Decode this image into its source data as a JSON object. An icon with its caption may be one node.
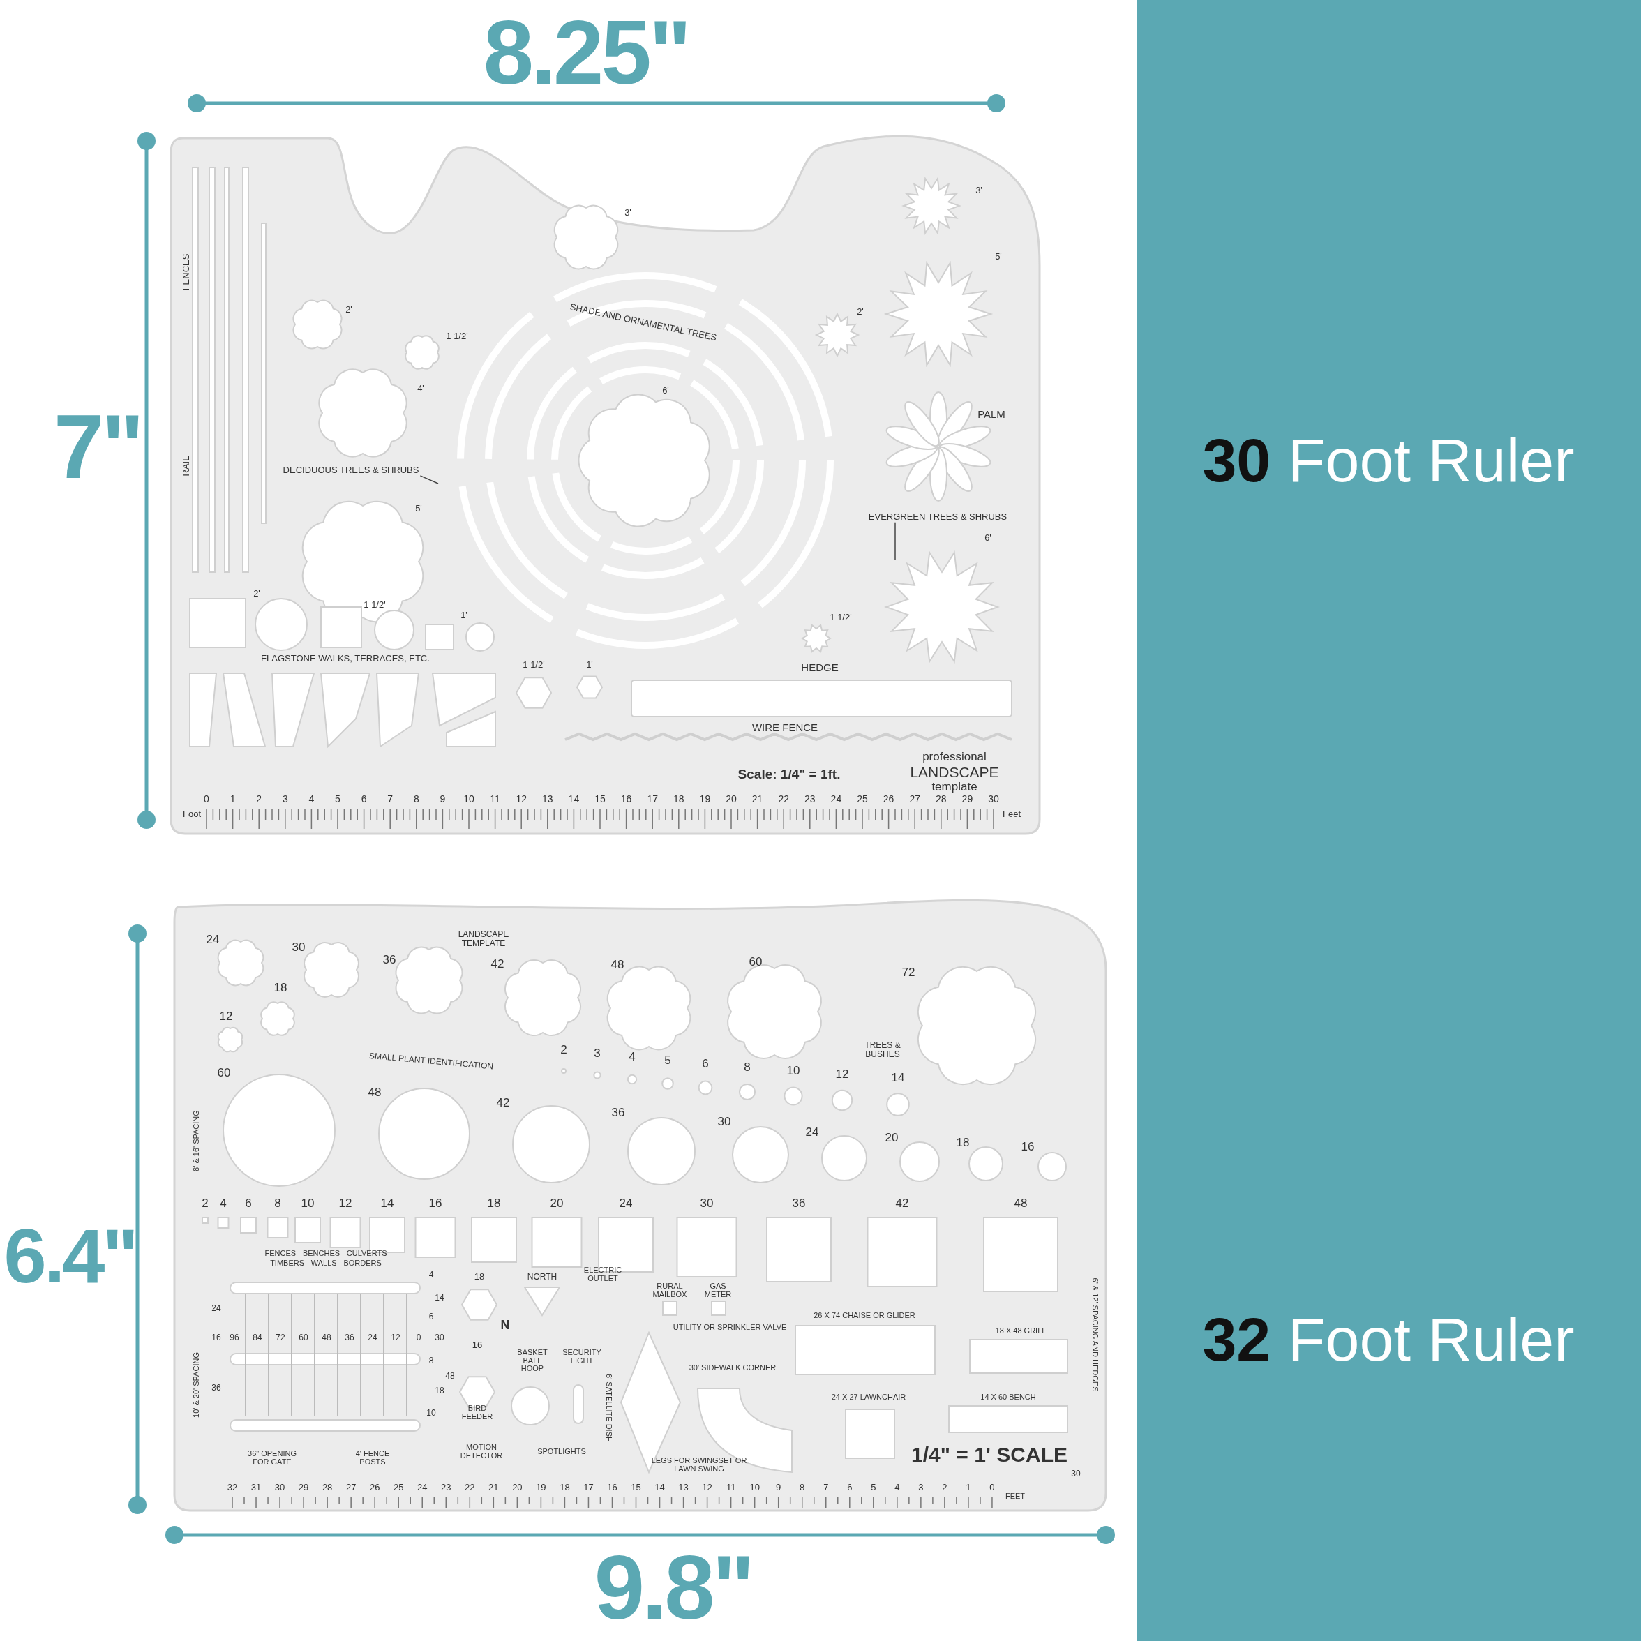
{
  "diagram": {
    "nodes": [
      {
        "text": [
          "DECIDUOUS TREES & SHRUBS"
        ]
      },
      {
        "text": [
          "EVERGREEN TREES & SHRUBS"
        ]
      }
    ],
    "edges": [
      {
        "from": 0,
        "to": null,
        "arrow": "none"
      },
      {
        "from": 1,
        "to": null,
        "arrow": "none"
      }
    ],
    "labels": [
      "8.25\"",
      "7\"",
      "6.4\"",
      "9.8\"",
      "**30** Foot Ruler",
      "**32** Foot Ruler",
      "FENCES",
      "RAIL",
      "3'",
      "2'",
      "1 1/2'",
      "4'",
      "5'",
      "SHADE AND ORNAMENTAL TREES",
      "6'",
      "3'",
      "5'",
      "2'",
      "PALM",
      "6'",
      "2'",
      "1 1/2'",
      "1'",
      "FLAGSTONE WALKS, TERRACES, ETC.",
      "1 1/2'",
      "1'",
      "1 1/2'",
      "HEDGE",
      "WIRE FENCE",
      "Scale: 1/4\" = 1ft.",
      "professional",
      "LANDSCAPE",
      "template",
      "0",
      "1",
      "2",
      "3",
      "4",
      "5",
      "6",
      "7",
      "8",
      "9",
      "10",
      "11",
      "12",
      "13",
      "14",
      "15",
      "16",
      "17",
      "18",
      "19",
      "20",
      "21",
      "22",
      "23",
      "24",
      "25",
      "26",
      "27",
      "28",
      "29",
      "30",
      "Foot",
      "Feet",
      "LANDSCAPE TEMPLATE",
      "24",
      "30",
      "36",
      "42",
      "48",
      "60",
      "72",
      "18",
      "12",
      "SMALL PLANT IDENTIFICATION",
      "2",
      "3",
      "4",
      "5",
      "6",
      "8",
      "10",
      "12",
      "14",
      "TREES & BUSHES",
      "60",
      "48",
      "42",
      "36",
      "30",
      "24",
      "20",
      "18",
      "16",
      "8' & 16' SPACING",
      "2",
      "4",
      "6",
      "8",
      "10",
      "12",
      "14",
      "16",
      "18",
      "20",
      "24",
      "30",
      "36",
      "42",
      "48",
      "FENCES - BENCHES - CULVERTS",
      "TIMBERS - WALLS - BORDERS",
      "96",
      "84",
      "72",
      "60",
      "48",
      "36",
      "24",
      "12",
      "0",
      "24",
      "16",
      "36",
      "4",
      "14",
      "6",
      "30",
      "8",
      "48",
      "18",
      "10",
      "10' & 20' SPACING",
      "18",
      "NORTH",
      "ELECTRIC OUTLET",
      "RURAL MAILBOX",
      "GAS METER",
      "N",
      "16",
      "BASKET BALL HOOP",
      "SECURITY LIGHT",
      "BIRD FEEDER",
      "6' SATELLITE DISH",
      "SPOTLIGHTS",
      "MOTION DETECTOR",
      "UTILITY OR SPRINKLER VALVE",
      "30' SIDEWALK CORNER",
      "26 X 74 CHAISE OR GLIDER",
      "18 X 48 GRILL",
      "24 X 27 LAWNCHAIR",
      "14 X 60 BENCH",
      "1/4\" = 1' SCALE",
      "LEGS FOR SWINGSET OR LAWN SWING",
      "36\" OPENING FOR GATE",
      "4' FENCE POSTS",
      "6' & 12' SPACING AND HEDGES",
      "32",
      "31",
      "30",
      "29",
      "28",
      "27",
      "26",
      "25",
      "24",
      "23",
      "22",
      "21",
      "20",
      "19",
      "18",
      "17",
      "16",
      "15",
      "14",
      "13",
      "12",
      "11",
      "10",
      "9",
      "8",
      "7",
      "6",
      "5",
      "4",
      "3",
      "2",
      "1",
      "0",
      "FEET",
      "30"
    ]
  }
}
